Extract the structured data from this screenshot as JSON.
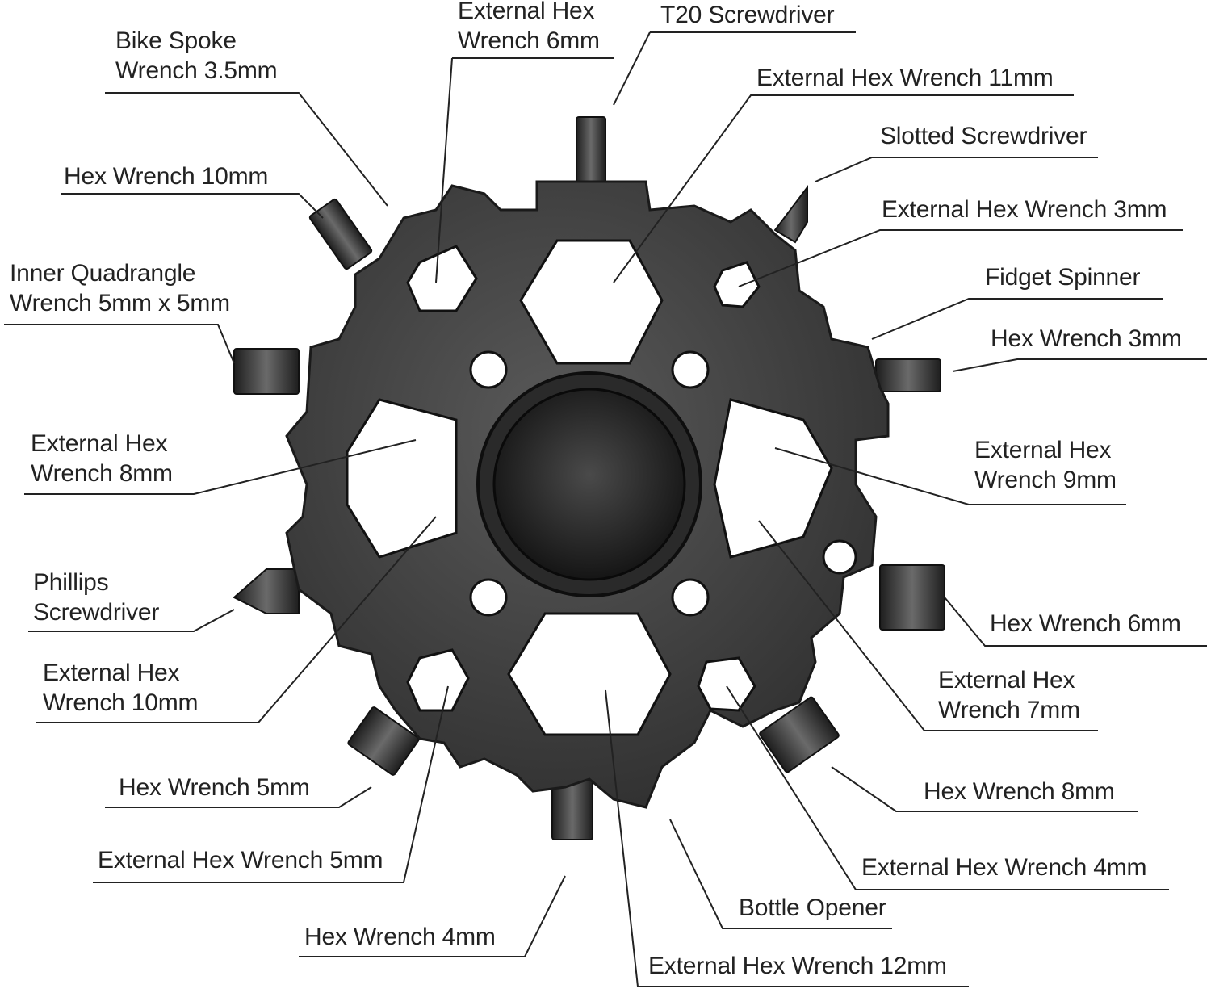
{
  "labels": {
    "t20_screwdriver": "T20 Screwdriver",
    "ext_hex_6_line1": "External Hex",
    "ext_hex_6_line2": "Wrench 6mm",
    "bike_spoke_line1": "Bike Spoke",
    "bike_spoke_line2": "Wrench 3.5mm",
    "ext_hex_11": "External Hex Wrench 11mm",
    "slotted_screwdriver": "Slotted Screwdriver",
    "hex_wrench_10": "Hex Wrench 10mm",
    "ext_hex_3": "External Hex Wrench 3mm",
    "inner_quad_line1": "Inner Quadrangle",
    "inner_quad_line2": "Wrench 5mm x 5mm",
    "fidget_spinner": "Fidget Spinner",
    "hex_wrench_3": "Hex Wrench 3mm",
    "ext_hex_8_line1": "External Hex",
    "ext_hex_8_line2": "Wrench 8mm",
    "ext_hex_9_line1": "External Hex",
    "ext_hex_9_line2": "Wrench 9mm",
    "phillips_line1": "Phillips",
    "phillips_line2": "Screwdriver",
    "hex_wrench_6": "Hex Wrench 6mm",
    "ext_hex_10_line1": "External Hex",
    "ext_hex_10_line2": "Wrench 10mm",
    "ext_hex_7_line1": "External Hex",
    "ext_hex_7_line2": "Wrench 7mm",
    "hex_wrench_5": "Hex Wrench 5mm",
    "hex_wrench_8": "Hex Wrench 8mm",
    "ext_hex_5": "External Hex Wrench 5mm",
    "ext_hex_4": "External Hex Wrench 4mm",
    "bottle_opener": "Bottle Opener",
    "hex_wrench_4": "Hex Wrench 4mm",
    "ext_hex_12": "External Hex Wrench 12mm"
  },
  "colors": {
    "tool_body": "#3a3a3a",
    "tool_edge": "#1a1a1a",
    "hole_fill": "#ffffff",
    "leader_line": "#222222",
    "text": "#222222"
  }
}
